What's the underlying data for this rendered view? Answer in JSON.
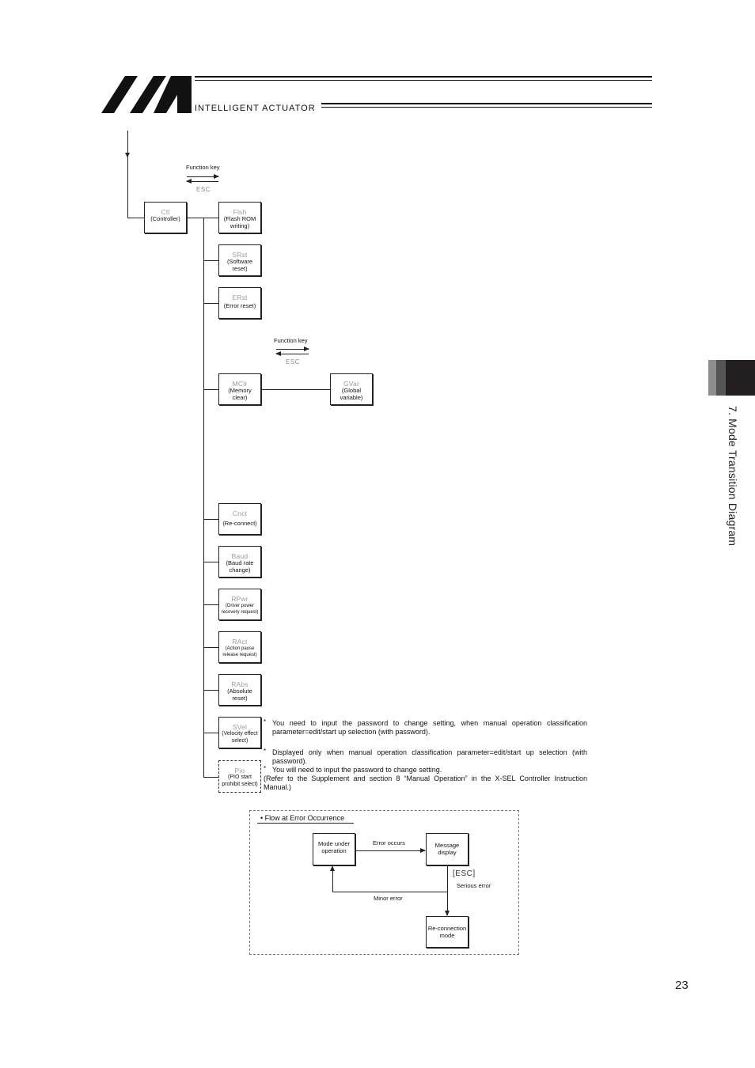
{
  "header": {
    "brand_text": "INTELLIGENT ACTUATOR",
    "logo": "iai-logo"
  },
  "side_tab": {
    "title": "7. Mode Transition Diagram",
    "colors": [
      "#8e8e8e",
      "#555555",
      "#231f20"
    ]
  },
  "page_number": "23",
  "diagram": {
    "transition_1": {
      "forward": "Function key",
      "back": "ESC"
    },
    "transition_2": {
      "forward": "Function key",
      "back": "ESC"
    },
    "root": {
      "code": "Ctl",
      "desc": "(Controller)"
    },
    "children": [
      {
        "code": "Flsh",
        "desc": "(Flash ROM writing)"
      },
      {
        "code": "SRst",
        "desc": "(Software reset)"
      },
      {
        "code": "ERst",
        "desc": "(Error reset)"
      },
      {
        "code": "MClr",
        "desc": "(Memory clear)"
      },
      {
        "code": "Cnct",
        "desc": "(Re-connect)"
      },
      {
        "code": "Baud",
        "desc": "(Baud rate change)"
      },
      {
        "code": "RPwr",
        "desc": "(Driver power recovery request)"
      },
      {
        "code": "RAct",
        "desc": "(Action pause release request)"
      },
      {
        "code": "RAbs",
        "desc": "(Absolute reset)"
      },
      {
        "code": "SVel",
        "desc": "(Velocity effect select)"
      },
      {
        "code": "Pio",
        "desc": "(PIO start prohibit select)"
      }
    ],
    "mclr_child": {
      "code": "GVar",
      "desc": "(Global variable)"
    }
  },
  "notes": {
    "svel": "You need to input the password to change setting, when manual operation classification parameter=edit/start up selection (with password).",
    "pio_1": "Displayed only when manual operation classification parameter=edit/start up selection (with password).",
    "pio_2": "You will need to input the password to change setting.",
    "pio_3": "(Refer to the Supplement and section 8 “Manual Operation” in the X-SEL Controller Instruction Manual.)",
    "star": "*"
  },
  "error_flow": {
    "title": "• Flow at Error Occurrence",
    "mode_under_operation": "Mode under operation",
    "message_display": "Message display",
    "reconnection_mode": "Re-connection mode",
    "error_occurs": "Error occurs",
    "esc": "[ESC]",
    "serious_error": "Serious error",
    "minor_error": "Minor error"
  }
}
